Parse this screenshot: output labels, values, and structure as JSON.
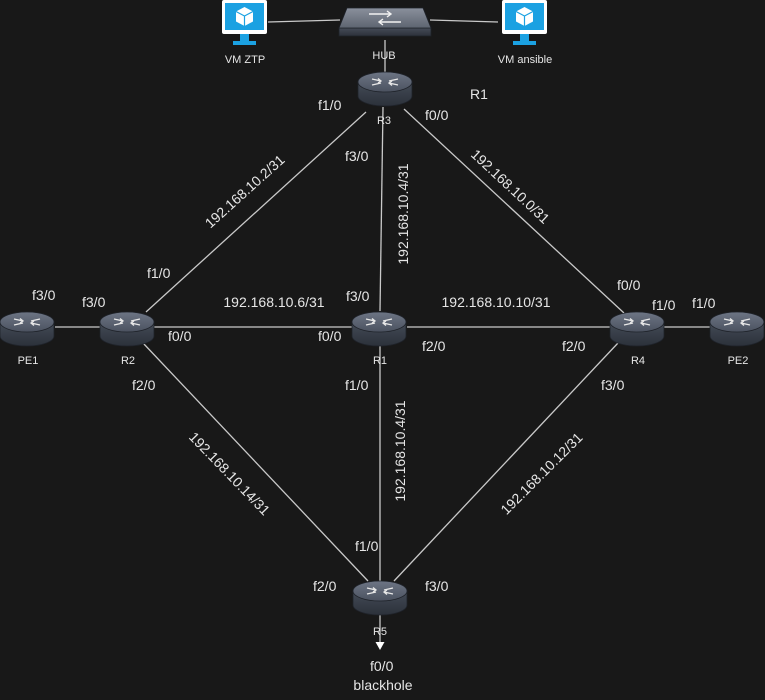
{
  "nodes": {
    "vm_ztp": "VM ZTP",
    "vm_ansible": "VM ansible",
    "hub": "HUB",
    "r3": "R3",
    "r1": "R1",
    "r2": "R2",
    "r4": "R4",
    "r5": "R5",
    "pe1": "PE1",
    "pe2": "PE2",
    "blackhole": "blackhole"
  },
  "standalone_labels": {
    "r1_top": "R1"
  },
  "ports": {
    "r3_f1": "f1/0",
    "r3_f0": "f0/0",
    "r3_f3": "f3/0",
    "pe1_f3": "f3/0",
    "r2_f3": "f3/0",
    "r2_f1": "f1/0",
    "r2_f0": "f0/0",
    "r2_f2": "f2/0",
    "r1_f3": "f3/0",
    "r1_f0": "f0/0",
    "r1_f2": "f2/0",
    "r1_f1": "f1/0",
    "r4_f0": "f0/0",
    "r4_f1": "f1/0",
    "r4_f2": "f2/0",
    "r4_f3": "f3/0",
    "pe2_f1": "f1/0",
    "r5_f1": "f1/0",
    "r5_f2": "f2/0",
    "r5_f3": "f3/0",
    "r5_f0": "f0/0"
  },
  "subnets": {
    "r3_r2": "192.168.10.2/31",
    "r3_r1": "192.168.10.4/31",
    "r3_r4": "192.168.10.0/31",
    "r2_r1": "192.168.10.6/31",
    "r1_r4": "192.168.10.10/31",
    "r2_r5": "192.168.10.14/31",
    "r1_r5": "192.168.10.4/31",
    "r4_r5": "192.168.10.12/31"
  }
}
